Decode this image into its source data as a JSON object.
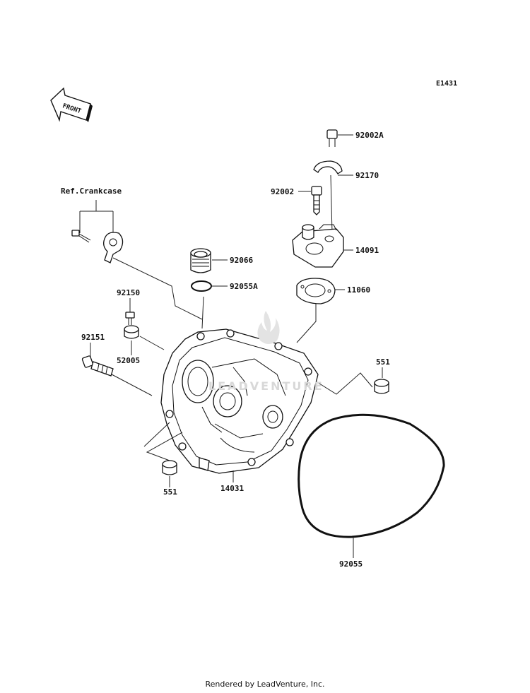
{
  "diagram": {
    "code": "E1431",
    "front_label": "FRONT",
    "ref_label": "Ref.Crankcase",
    "watermark": "LEADVENTURE",
    "parts": {
      "p92002A": "92002A",
      "p92170": "92170",
      "p92002": "92002",
      "p14091": "14091",
      "p11060": "11060",
      "p92066": "92066",
      "p92055A": "92055A",
      "p92150": "92150",
      "p52005": "52005",
      "p92151": "92151",
      "p551_right": "551",
      "p551_left": "551",
      "p14031": "14031",
      "p92055": "92055"
    }
  },
  "footer": {
    "text": "Rendered by LeadVenture, Inc."
  }
}
